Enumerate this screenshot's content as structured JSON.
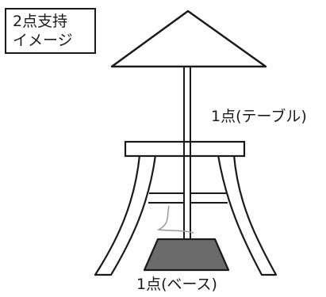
{
  "title_box": {
    "line1": "2点支持",
    "line2": "イメージ"
  },
  "labels": {
    "table_support": "1点(テーブル)",
    "base_support": "1点(ベース)"
  },
  "colors": {
    "line": "#1a1a1a",
    "base_fill": "#6b6b6b",
    "background": "#ffffff"
  }
}
